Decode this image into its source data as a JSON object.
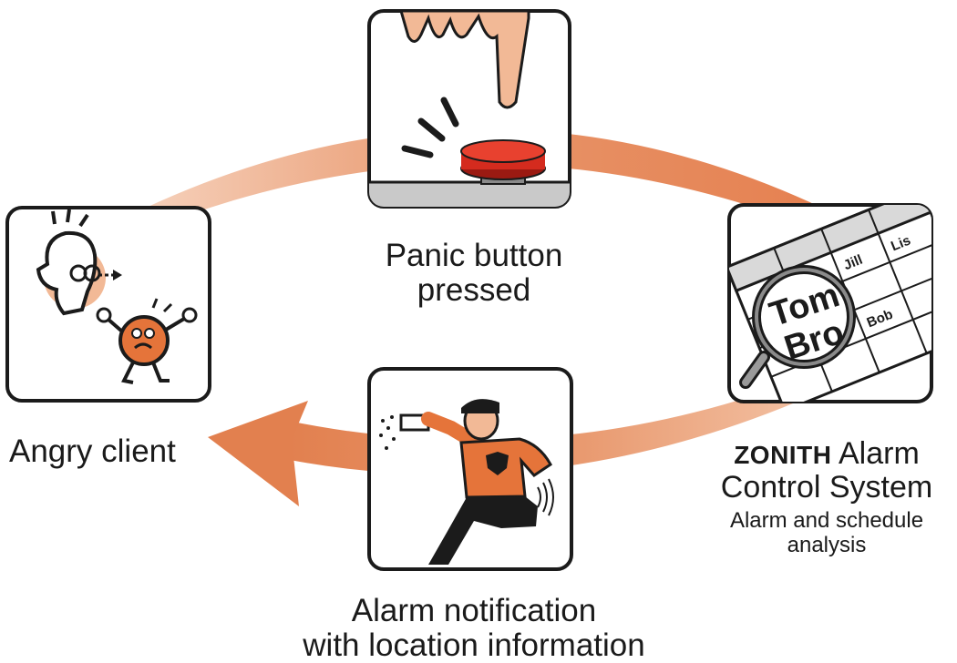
{
  "labels": {
    "panic": [
      "Panic button",
      "pressed"
    ],
    "angry": "Angry client",
    "zonith_brand": "ZONITH",
    "zonith_title_rest": "Alarm",
    "zonith_title_line2": "Control System",
    "zonith_sub": [
      "Alarm and schedule",
      "analysis"
    ],
    "notify": [
      "Alarm notification",
      "with location information"
    ]
  },
  "schedule_names": [
    "Jill",
    "Lis",
    "Bob",
    "Tom",
    "Bro"
  ],
  "colors": {
    "arrow": "#e2885a",
    "arrow_light": "#f6d2bd",
    "accent_orange": "#e5743a",
    "skin": "#f2b996",
    "button_red": "#d42b1e",
    "frame": "#1b1b1b",
    "grid": "#d9d9d9"
  },
  "icons": [
    "finger-press-icon",
    "angry-client-icon",
    "magnifier-schedule-icon",
    "guard-running-icon"
  ]
}
